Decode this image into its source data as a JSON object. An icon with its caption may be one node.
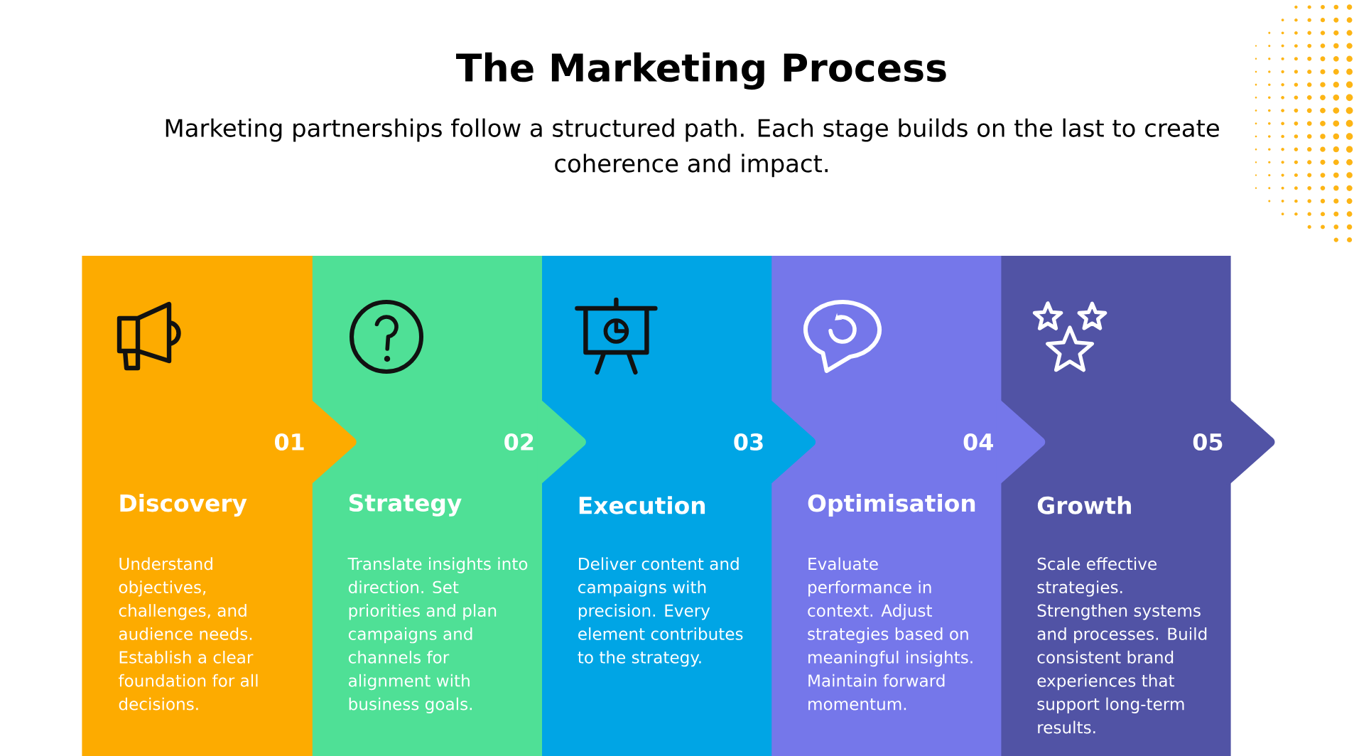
{
  "diagram": {
    "title": "The Marketing Process",
    "nodes": [
      {
        "text": [
          "01",
          "Discovery",
          "Understand objectives, challenges, and audience needs. Establish a clear foundation for all decisions."
        ]
      },
      {
        "text": [
          "02",
          "Strategy",
          "Translate insights into direction. Set priorities and plan campaigns and channels for alignment with business goals."
        ]
      },
      {
        "text": [
          "03",
          "Execution",
          "Deliver content and campaigns with precision. Every element contributes to the strategy."
        ]
      },
      {
        "text": [
          "04",
          "Optimisation",
          "Evaluate performance in context. Adjust strategies based on meaningful insights. Maintain forward momentum."
        ]
      },
      {
        "text": [
          "05",
          "Growth",
          "Scale effective strategies. Strengthen systems and processes. Build consistent brand experiences that support long-term results."
        ]
      }
    ],
    "labels": [
      "Marketing partnerships follow a structured path. Each stage builds on the last to create coherence and impact."
    ]
  }
}
